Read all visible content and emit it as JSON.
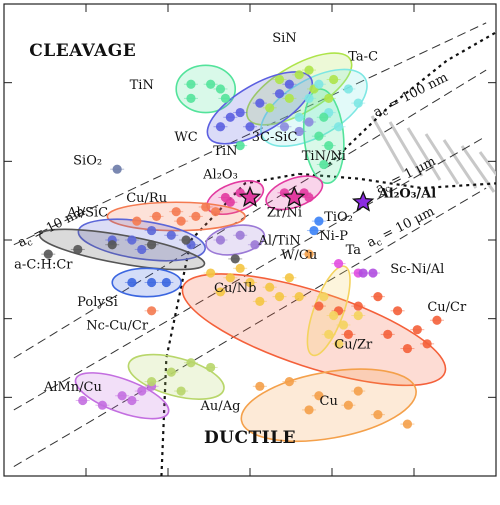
{
  "chart_data": {
    "type": "scatter",
    "title": "",
    "xlabel": "",
    "ylabel": "",
    "grid": false,
    "xlim": [
      0,
      100
    ],
    "ylim": [
      0,
      100
    ],
    "regions": [
      {
        "text": "CLEAVAGE",
        "x": 16,
        "y": 89
      },
      {
        "text": "DUCTILE",
        "x": 50,
        "y": 7
      }
    ],
    "scale_lines": [
      {
        "label": "a_c = 10 nm",
        "main": "a",
        "sub": "c",
        "rest": " = 10 nm",
        "x0": 2,
        "y0": 49,
        "x1": 98,
        "y1": 96,
        "lx": 10,
        "ly": 52,
        "rot": -27
      },
      {
        "label": "a_c = 100 nm",
        "main": "a",
        "sub": "c",
        "rest": " = 100 nm",
        "x0": 2,
        "y0": 25,
        "x1": 98,
        "y1": 86,
        "lx": 83,
        "ly": 80,
        "rot": -27
      },
      {
        "label": "a_c = 1 μm",
        "main": "a",
        "sub": "c",
        "rest": " = 1 μm",
        "x0": 2,
        "y0": 14,
        "x1": 98,
        "y1": 72,
        "lx": 82,
        "ly": 63,
        "rot": -27
      },
      {
        "label": "a_c = 10 μm",
        "main": "a",
        "sub": "c",
        "rest": " = 10 μm",
        "x0": 2,
        "y0": 2,
        "x1": 98,
        "y1": 61,
        "lx": 81,
        "ly": 52,
        "rot": -27
      }
    ],
    "series": [
      {
        "name": "SiN",
        "color": "#aee44a",
        "label": {
          "text": "SiN",
          "x": 57,
          "y": 92
        },
        "region": {
          "cx": 60,
          "cy": 82,
          "rx": 12,
          "ry": 5,
          "rot": -30
        },
        "points": [
          [
            56,
            84
          ],
          [
            60,
            85
          ],
          [
            63,
            82
          ],
          [
            66,
            80
          ],
          [
            58,
            80
          ],
          [
            54,
            78
          ],
          [
            62,
            86
          ],
          [
            67,
            84
          ]
        ]
      },
      {
        "name": "Ta-C",
        "color": "#7de7e3",
        "label": {
          "text": "Ta-C",
          "x": 73,
          "y": 88
        },
        "region": {
          "cx": 63,
          "cy": 78,
          "rx": 12,
          "ry": 6,
          "rot": -30
        },
        "points": [
          [
            62,
            80
          ],
          [
            66,
            77
          ],
          [
            70,
            82
          ],
          [
            60,
            76
          ],
          [
            68,
            74
          ],
          [
            72,
            79
          ],
          [
            64,
            83
          ]
        ]
      },
      {
        "name": "TiN",
        "color": "#53e39b",
        "label": {
          "text": "TiN",
          "x": 28,
          "y": 82
        },
        "region": {
          "cx": 41,
          "cy": 82,
          "rx": 6,
          "ry": 5,
          "rot": 0
        },
        "points": [
          [
            38,
            83
          ],
          [
            42,
            83
          ],
          [
            44,
            82
          ],
          [
            38,
            80
          ],
          [
            45,
            80
          ]
        ]
      },
      {
        "name": "WC",
        "color": "#5b5fe0",
        "label": {
          "text": "WC",
          "x": 37,
          "y": 71
        },
        "region": {
          "cx": 52,
          "cy": 78,
          "rx": 12,
          "ry": 5,
          "rot": -30
        },
        "points": [
          [
            44,
            74
          ],
          [
            48,
            77
          ],
          [
            52,
            79
          ],
          [
            56,
            81
          ],
          [
            58,
            83
          ],
          [
            50,
            74
          ],
          [
            46,
            76
          ]
        ]
      },
      {
        "name": "3C-SiC",
        "color": "#8b8bdd",
        "label": {
          "text": "3C-SiC",
          "x": 55,
          "y": 71
        },
        "region": null,
        "points": [
          [
            57,
            74
          ],
          [
            62,
            75
          ],
          [
            60,
            73
          ]
        ]
      },
      {
        "name": "TiN",
        "color": "#53e39b",
        "label": {
          "text": "TiN",
          "x": 45,
          "y": 68
        },
        "region": null,
        "points": [
          [
            48,
            70
          ]
        ]
      },
      {
        "name": "TiN/Ni",
        "color": "#53e39b",
        "label": {
          "text": "TiN/Ni",
          "x": 65,
          "y": 67
        },
        "region": {
          "cx": 65,
          "cy": 72,
          "rx": 4,
          "ry": 10,
          "rot": -5
        },
        "points": [
          [
            64,
            72
          ],
          [
            66,
            70
          ],
          [
            65,
            76
          ],
          [
            65,
            66
          ]
        ]
      },
      {
        "name": "SiO₂",
        "color": "#6b7ba8",
        "label": {
          "text": "SiO₂",
          "x": 17,
          "y": 66
        },
        "region": null,
        "points": [
          [
            23,
            65
          ]
        ]
      },
      {
        "name": "Al₂O₃",
        "color": "#e23aa0",
        "label": {
          "text": "Al₂O₃",
          "x": 44,
          "y": 63
        },
        "region": {
          "cx": 47,
          "cy": 59,
          "rx": 6,
          "ry": 3,
          "rot": -20
        },
        "points": [
          [
            45,
            59
          ],
          [
            48,
            60
          ],
          [
            46,
            58
          ]
        ],
        "stars": [
          [
            50,
            59
          ]
        ]
      },
      {
        "name": "Zr/Ni",
        "color": "#e23aa0",
        "label": {
          "text": "Zr/Ni",
          "x": 57,
          "y": 55
        },
        "region": {
          "cx": 59,
          "cy": 60,
          "rx": 6,
          "ry": 3,
          "rot": -20
        },
        "points": [
          [
            57,
            60
          ],
          [
            61,
            60
          ],
          [
            62,
            59
          ]
        ],
        "stars": [
          [
            59,
            59
          ]
        ]
      },
      {
        "name": "Al₂O₃/Al",
        "color": "#8b2be2",
        "label": {
          "text": "Al₂O₃/Al",
          "x": 82,
          "y": 59
        },
        "region": null,
        "points": [],
        "stars": [
          [
            73,
            58
          ]
        ]
      },
      {
        "name": "TiO₂",
        "color": "#3b82f6",
        "label": {
          "text": "TiO₂",
          "x": 68,
          "y": 54
        },
        "region": null,
        "points": [
          [
            64,
            54
          ]
        ]
      },
      {
        "name": "Ni-P",
        "color": "#3b82f6",
        "label": {
          "text": "Ni-P",
          "x": 67,
          "y": 50
        },
        "region": null,
        "points": [
          [
            63,
            52
          ]
        ]
      },
      {
        "name": "Cu/Ru",
        "color": "#f47a50",
        "label": {
          "text": "Cu/Ru",
          "x": 29,
          "y": 58
        },
        "region": {
          "cx": 35,
          "cy": 55,
          "rx": 14,
          "ry": 3,
          "rot": 0
        },
        "points": [
          [
            27,
            54
          ],
          [
            31,
            55
          ],
          [
            35,
            56
          ],
          [
            39,
            55
          ],
          [
            43,
            56
          ],
          [
            36,
            54
          ],
          [
            41,
            57
          ]
        ]
      },
      {
        "name": "Al/SiC",
        "color": "#5b66d8",
        "label": {
          "text": "Al/SiC",
          "x": 17,
          "y": 55
        },
        "region": {
          "cx": 28,
          "cy": 50,
          "rx": 13,
          "ry": 4,
          "rot": 8
        },
        "points": [
          [
            22,
            50
          ],
          [
            26,
            50
          ],
          [
            30,
            52
          ],
          [
            34,
            51
          ],
          [
            38,
            49
          ],
          [
            28,
            48
          ]
        ]
      },
      {
        "name": "a-C:H:Cr",
        "color": "#555555",
        "label": {
          "text": "a-C:H:Cr",
          "x": 8,
          "y": 44
        },
        "region": {
          "cx": 24,
          "cy": 48,
          "rx": 17,
          "ry": 3,
          "rot": 10
        },
        "points": [
          [
            9,
            47
          ],
          [
            15,
            48
          ],
          [
            22,
            49
          ],
          [
            30,
            49
          ],
          [
            37,
            50
          ],
          [
            47,
            46
          ]
        ]
      },
      {
        "name": "Al/TiN",
        "color": "#9b79d6",
        "label": {
          "text": "Al/TiN",
          "x": 56,
          "y": 49
        },
        "region": {
          "cx": 47,
          "cy": 50,
          "rx": 6,
          "ry": 3,
          "rot": -10
        },
        "points": [
          [
            44,
            50
          ],
          [
            48,
            51
          ],
          [
            51,
            49
          ]
        ]
      },
      {
        "name": "W/Cu",
        "color": "#f4a04a",
        "label": {
          "text": "W/Cu",
          "x": 60,
          "y": 46
        },
        "region": null,
        "points": [
          [
            62,
            47
          ]
        ]
      },
      {
        "name": "Ta",
        "color": "#e24ee0",
        "label": {
          "text": "Ta",
          "x": 71,
          "y": 47
        },
        "region": null,
        "points": [
          [
            68,
            45
          ],
          [
            72,
            43
          ]
        ]
      },
      {
        "name": "Sc-Ni/Al",
        "color": "#b04ee0",
        "label": {
          "text": "Sc-Ni/Al",
          "x": 84,
          "y": 43
        },
        "region": null,
        "points": [
          [
            73,
            43
          ],
          [
            75,
            43
          ]
        ]
      },
      {
        "name": "Cu/Nb",
        "color": "#f4c542",
        "label": {
          "text": "Cu/Nb",
          "x": 47,
          "y": 39
        },
        "region": null,
        "points": [
          [
            42,
            43
          ],
          [
            46,
            42
          ],
          [
            50,
            41
          ],
          [
            54,
            40
          ],
          [
            58,
            42
          ],
          [
            44,
            39
          ],
          [
            52,
            37
          ],
          [
            56,
            38
          ],
          [
            60,
            38
          ],
          [
            48,
            44
          ]
        ]
      },
      {
        "name": "Cu/Cr",
        "color": "#f4603a",
        "label": {
          "text": "Cu/Cr",
          "x": 90,
          "y": 35
        },
        "region": {
          "cx": 63,
          "cy": 31,
          "rx": 28,
          "ry": 8,
          "rot": 18
        },
        "points": [
          [
            64,
            36
          ],
          [
            68,
            35
          ],
          [
            72,
            36
          ],
          [
            76,
            38
          ],
          [
            80,
            35
          ],
          [
            84,
            31
          ],
          [
            86,
            28
          ],
          [
            78,
            30
          ],
          [
            70,
            30
          ],
          [
            88,
            33
          ],
          [
            82,
            27
          ]
        ]
      },
      {
        "name": "Cu/Zr",
        "color": "#f4d35e",
        "label": {
          "text": "Cu/Zr",
          "x": 71,
          "y": 27
        },
        "region": {
          "cx": 66,
          "cy": 35,
          "rx": 3,
          "ry": 10,
          "rot": 20
        },
        "points": [
          [
            65,
            38
          ],
          [
            67,
            34
          ],
          [
            69,
            32
          ],
          [
            66,
            30
          ],
          [
            72,
            34
          ],
          [
            68,
            28
          ]
        ]
      },
      {
        "name": "PolySi",
        "color": "#3b66e0",
        "label": {
          "text": "PolySi",
          "x": 19,
          "y": 36
        },
        "region": {
          "cx": 29,
          "cy": 41,
          "rx": 7,
          "ry": 3,
          "rot": 0
        },
        "points": [
          [
            26,
            41
          ],
          [
            30,
            41
          ],
          [
            33,
            41
          ]
        ]
      },
      {
        "name": "Nc-Cu/Cr",
        "color": "#f47a50",
        "label": {
          "text": "Nc-Cu/Cr",
          "x": 23,
          "y": 31
        },
        "region": null,
        "points": [
          [
            30,
            35
          ]
        ]
      },
      {
        "name": "AlMn/Cu",
        "color": "#c36ee0",
        "label": {
          "text": "AlMn/Cu",
          "x": 14,
          "y": 18
        },
        "region": {
          "cx": 24,
          "cy": 17,
          "rx": 10,
          "ry": 3.5,
          "rot": 20
        },
        "points": [
          [
            16,
            16
          ],
          [
            20,
            15
          ],
          [
            24,
            17
          ],
          [
            28,
            18
          ],
          [
            26,
            16
          ],
          [
            30,
            19
          ]
        ]
      },
      {
        "name": "Au/Ag",
        "color": "#b8d66a",
        "label": {
          "text": "Au/Ag",
          "x": 44,
          "y": 14
        },
        "region": {
          "cx": 35,
          "cy": 21,
          "rx": 10,
          "ry": 4,
          "rot": 15
        },
        "points": [
          [
            30,
            20
          ],
          [
            34,
            22
          ],
          [
            38,
            24
          ],
          [
            42,
            23
          ],
          [
            36,
            18
          ]
        ]
      },
      {
        "name": "Cu",
        "color": "#f4a04a",
        "label": {
          "text": "Cu",
          "x": 66,
          "y": 15
        },
        "region": {
          "cx": 66,
          "cy": 15,
          "rx": 18,
          "ry": 7,
          "rot": -10
        },
        "points": [
          [
            52,
            19
          ],
          [
            58,
            20
          ],
          [
            64,
            17
          ],
          [
            70,
            15
          ],
          [
            76,
            13
          ],
          [
            82,
            11
          ],
          [
            62,
            14
          ],
          [
            72,
            18
          ]
        ]
      }
    ]
  }
}
